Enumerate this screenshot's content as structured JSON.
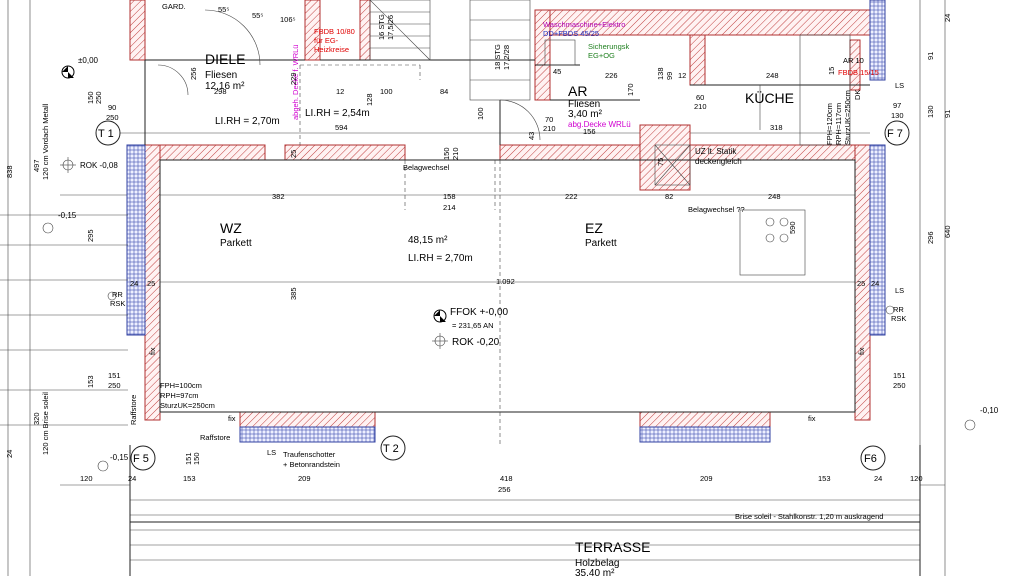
{
  "rooms": {
    "diele": {
      "name": "DIELE",
      "floor": "Fliesen",
      "area": "12,16 m²",
      "lirh": "LI.RH = 2,70m"
    },
    "ar": {
      "name": "AR",
      "floor": "Fliesen",
      "area": "3,40 m²",
      "note": "abg.Decke WRLü"
    },
    "kueche": {
      "name": "KÜCHE"
    },
    "wz": {
      "name": "WZ",
      "floor": "Parkett"
    },
    "ez": {
      "name": "EZ",
      "floor": "Parkett"
    },
    "living_area": "48,15 m²",
    "living_lirh": "LI.RH = 2,70m",
    "terrasse": {
      "name": "TERRASSE",
      "floor": "Holzbelag",
      "area": "35,40 m²"
    }
  },
  "grid_labels": [
    "T 1",
    "F 7",
    "F 5",
    "T 2",
    "F6"
  ],
  "levels": {
    "ffok": "FFOK +-0,00",
    "ffok_abs": "= 231,65 AN",
    "rok_inner": "ROK -0,20",
    "rok_left": "ROK -0,08",
    "lvl_zero": "±0,00",
    "lvl_m015_left": "-0,15",
    "lvl_m015_bottom": "-0,15",
    "lvl_m010_right": "-0,10"
  },
  "notes": {
    "lirh_254": "LI.RH = 2,54m",
    "belagwechsel": "Belagwechsel",
    "belagwechsel_q": "Belagwechsel ??",
    "uz_statik": "UZ lt. Statik",
    "deckengleich": "deckengleich",
    "fph_left_1": "FPH=100cm",
    "fph_left_2": "RPH=97cm",
    "fph_left_3": "SturzUK=250cm",
    "raffstore_v": "Raffstore",
    "raffstore_h": "Raffstore",
    "traufenschotter": "Traufenschotter",
    "betonrandstein": "+ Betonrandstein",
    "ls": "LS",
    "ls2": "LS",
    "ls3": "LS",
    "rr_rsk_l1": "RR",
    "rr_rsk_l2": "RSK",
    "rr_rsk_r1": "RR",
    "rr_rsk_r2": "RSK",
    "brise_soleil": "Brise soleil - Stahlkonstr. 1,20 m auskragend",
    "waschmaschine": "Waschmaschine+Elektro",
    "dd_fbds": "DD+FBDS 45/25",
    "sicherung": "Sicherungsk",
    "eg_og": "EG+OG",
    "fbdb_left_1": "FBDB 10/80",
    "fbdb_left_2": "für EG-",
    "fbdb_left_3": "Heizkreise",
    "abgeh_decke": "abgeh. Decke f. WRLü",
    "fbdb_right": "FBDB 15/15",
    "ar_label": "AR 10",
    "stg_1": "16 STG",
    "stg_1b": "17,5/26",
    "stg_2": "18 STG",
    "stg_2b": "17,2/28",
    "gard": "GARD.",
    "vordach": "120 cm Vordach Metall",
    "brise_v": "120 cm Brise soleil",
    "kuche_fph_1": "FPH=120cm",
    "kuche_fph_2": "RPH=117cm",
    "kuche_fph_3": "SturzUK=250cm",
    "dk": "DK",
    "fix1": "fix",
    "fix2": "fix",
    "fix3": "fix",
    "fix4": "fix"
  },
  "dims": {
    "d594": "594",
    "d318": "318",
    "d298": "298",
    "d12a": "12",
    "d100": "100",
    "d84": "84",
    "d156": "156",
    "d226": "226",
    "d248": "248",
    "d382": "382",
    "d158": "158",
    "d214": "214",
    "d222": "222",
    "d82": "82",
    "d248b": "248",
    "d1092": "1.092",
    "d385": "385",
    "d120a": "120",
    "d24a": "24",
    "d153a": "153",
    "d209a": "209",
    "d418": "418",
    "d256": "256",
    "d209b": "209",
    "d153b": "153",
    "d24b": "24",
    "d120b": "120",
    "d24l": "24",
    "d25l": "25",
    "d25r": "25",
    "d24r": "24",
    "d838": "838",
    "d640": "640",
    "d296": "296",
    "d295": "295",
    "d497": "497",
    "d320": "320",
    "d24v": "24",
    "d24tr": "24",
    "d91": "91",
    "d130": "130",
    "d91b": "91",
    "d150": "150",
    "d250": "250",
    "d90": "90",
    "d250b": "250",
    "d60": "60",
    "d210": "210",
    "d97": "97",
    "d130b": "130",
    "d151": "151",
    "d250c": "250",
    "d153v": "153",
    "d590": "590",
    "d229": "229",
    "d256v": "256",
    "d128": "128",
    "d106": "106⁵",
    "d55a": "55⁵",
    "d55b": "55⁵",
    "d170": "170",
    "d100v": "100",
    "d43": "43",
    "d70": "70",
    "d210b": "210",
    "d75": "75",
    "d25v": "25",
    "d12b": "12",
    "d45": "45",
    "d15": "15",
    "d99": "99",
    "d138": "138",
    "d150v": "150",
    "d210c": "210",
    "d151r": "151",
    "d250r": "250",
    "d151b": "151",
    "d150b": "150"
  }
}
